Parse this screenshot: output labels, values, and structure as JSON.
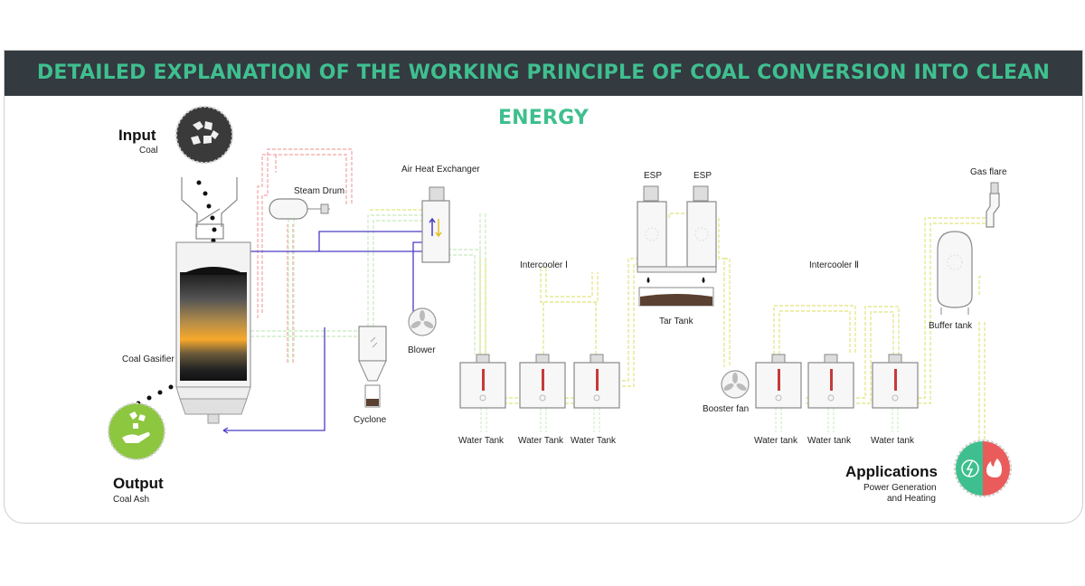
{
  "title": "DETAILED EXPLANATION OF THE WORKING PRINCIPLE OF COAL CONVERSION INTO CLEAN ENERGY",
  "input": {
    "heading": "Input",
    "subtitle": "Coal"
  },
  "output": {
    "heading": "Output",
    "subtitle": "Coal Ash"
  },
  "applications": {
    "heading": "Applications",
    "line1": "Power Generation",
    "line2": "and Heating"
  },
  "labels": {
    "steam_drum": "Steam Drum",
    "air_heat_exchanger": "Air Heat Exchanger",
    "coal_gasifier": "Coal Gasifier",
    "blower": "Blower",
    "cyclone": "Cyclone",
    "intercooler_1": "Intercooler Ⅰ",
    "intercooler_2": "Intercooler Ⅱ",
    "esp_1": "ESP",
    "esp_2": "ESP",
    "tar_tank": "Tar Tank",
    "booster_fan": "Booster fan",
    "gas_flare": "Gas flare",
    "buffer_tank": "Buffer tank",
    "water_tank_1": "Water Tank",
    "water_tank_2": "Water Tank",
    "water_tank_3": "Water Tank",
    "water_tank_4": "Water tank",
    "water_tank_5": "Water tank",
    "water_tank_6": "Water tank"
  },
  "colors": {
    "banner_bg": "#333a40",
    "banner_text": "#3fbf8f",
    "input_circle": "#3a3a3a",
    "output_circle": "#8dc63f",
    "apps_left": "#3fbf8f",
    "apps_right": "#ea5b5b",
    "air_pipe": "#e5e890",
    "gas_pipe": "#cfeec7",
    "steam_pipe": "#f2a3a3",
    "flow_line": "#4b3cc4",
    "thermometer": "#c73a3a"
  },
  "icons": [
    "coal-icon",
    "ash-hand-icon",
    "lightning-icon",
    "flame-icon",
    "fan-icon",
    "snowflake-icon",
    "thermometer-icon"
  ]
}
